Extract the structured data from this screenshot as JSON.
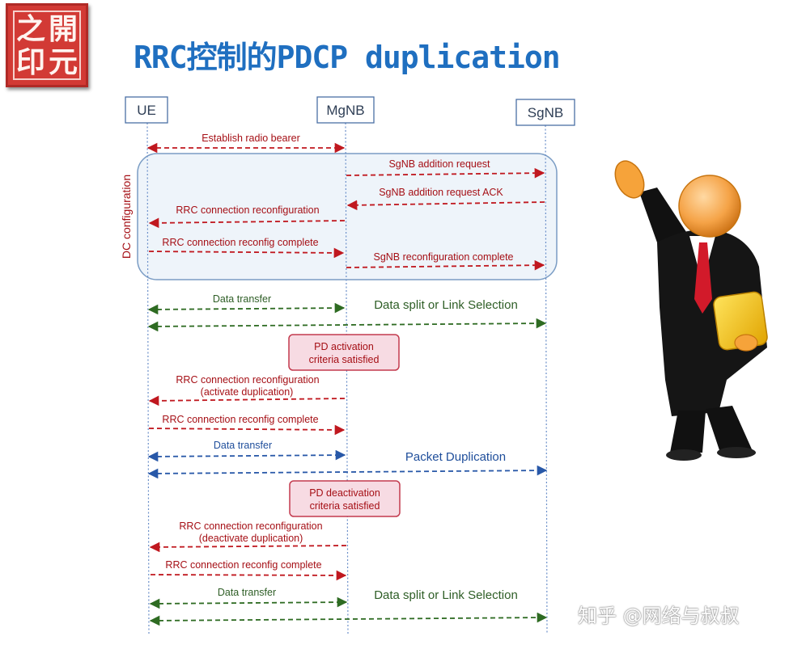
{
  "logo": {
    "chars": [
      "之",
      "開",
      "印",
      "元"
    ]
  },
  "title": "RRC控制的PDCP duplication",
  "entities": {
    "ue": "UE",
    "mgnb": "MgNB",
    "sgnb": "SgNB"
  },
  "dc_configuration_label": "DC configuration",
  "messages": {
    "establish_radio_bearer": "Establish radio bearer",
    "sgnb_addition_request": "SgNB addition request",
    "sgnb_addition_request_ack": "SgNB addition request ACK",
    "rrc_reconfiguration_1": "RRC connection reconfiguration",
    "rrc_reconfig_complete_1": "RRC connection reconfig complete",
    "sgnb_reconfiguration_complete": "SgNB reconfiguration complete",
    "data_transfer_1": "Data transfer",
    "data_split_1": "Data split or Link Selection",
    "pd_activation_line1": "PD activation",
    "pd_activation_line2": "criteria satisfied",
    "rrc_reconfiguration_2_line1": "RRC connection reconfiguration",
    "rrc_reconfiguration_2_line2": "(activate duplication)",
    "rrc_reconfig_complete_2": "RRC connection reconfig complete",
    "data_transfer_2": "Data transfer",
    "packet_duplication": "Packet Duplication",
    "pd_deactivation_line1": "PD deactivation",
    "pd_deactivation_line2": "criteria satisfied",
    "rrc_reconfiguration_3_line1": "RRC connection reconfiguration",
    "rrc_reconfiguration_3_line2": "(deactivate duplication)",
    "rrc_reconfig_complete_3": "RRC connection reconfig complete",
    "data_transfer_3": "Data transfer",
    "data_split_3": "Data split or Link Selection"
  },
  "watermark": "知乎 @网络与叔叔",
  "colors": {
    "title": "#1f6fc0",
    "red_signal": "#c0181f",
    "green_data": "#2e6b22",
    "blue_duplication": "#2858a8",
    "note_fill": "#f7dbe3",
    "note_stroke": "#c33a4e",
    "dc_box_fill": "#eef4fa",
    "dc_box_stroke": "#7a9cc4"
  }
}
